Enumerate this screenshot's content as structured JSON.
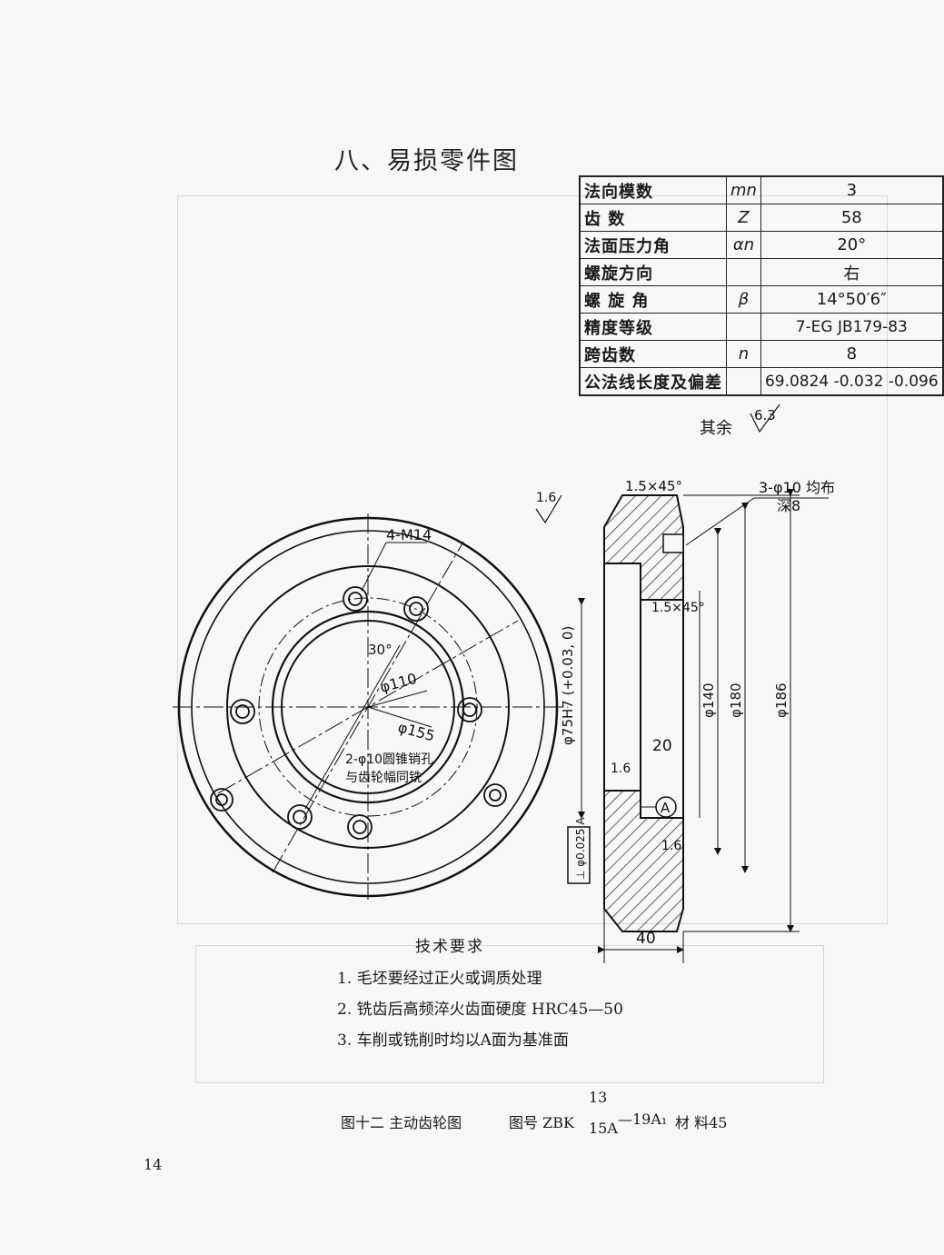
{
  "page": {
    "title": "八、易损零件图",
    "page_number": "14"
  },
  "param_table": {
    "rows": [
      {
        "name": "法向模数",
        "symbol": "mn",
        "value": "3"
      },
      {
        "name": "齿 数",
        "symbol": "Z",
        "value": "58"
      },
      {
        "name": "法面压力角",
        "symbol": "αn",
        "value": "20°"
      },
      {
        "name": "螺旋方向",
        "symbol": "",
        "value": "右"
      },
      {
        "name": "螺 旋 角",
        "symbol": "β",
        "value": "14°50′6″"
      },
      {
        "name": "精度等级",
        "symbol": "",
        "value": "7-EG JB179-83"
      },
      {
        "name": "跨齿数",
        "symbol": "n",
        "value": "8"
      },
      {
        "name": "公法线长度及偏差",
        "symbol": "",
        "value": "69.0824 -0.032 -0.096"
      }
    ]
  },
  "annotations": {
    "rest_roughness_label": "其余",
    "rest_roughness_value": "6.3",
    "hole_note_top": "3-φ10 均布",
    "hole_note_depth": "深8",
    "chamfer_top": "1.5×45°",
    "chamfer_mid": "1.5×45°",
    "roughness_a": "1.6",
    "roughness_b": "1.6",
    "roughness_c": "1.6",
    "bolt_label": "4-M14",
    "angle_label": "30°",
    "dia_110": "φ110",
    "dia_155": "φ155",
    "pin_note_1": "2-φ10圆锥销孔",
    "pin_note_2": "与齿轮幅同铣",
    "bore_label": "φ75H7 (+0.03, 0)",
    "dia_140": "φ140",
    "dia_180": "φ180",
    "dia_186": "φ186",
    "width_20": "20",
    "width_40": "40",
    "datum": "A",
    "tolerance": "⊥ φ0.025 A"
  },
  "requirements": {
    "title": "技术要求",
    "items": [
      "1. 毛坯要经过正火或调质处理",
      "2. 铣齿后高频淬火齿面硬度 HRC45—50",
      "3. 车削或铣削时均以A面为基准面"
    ]
  },
  "caption": {
    "figure": "图十二 主动齿轮图",
    "drawing_no_prefix": "图号 ZBK",
    "fraction_top": "13",
    "fraction_bottom": "15A",
    "drawing_no_suffix": "—19A₁",
    "material": "材 料45"
  }
}
